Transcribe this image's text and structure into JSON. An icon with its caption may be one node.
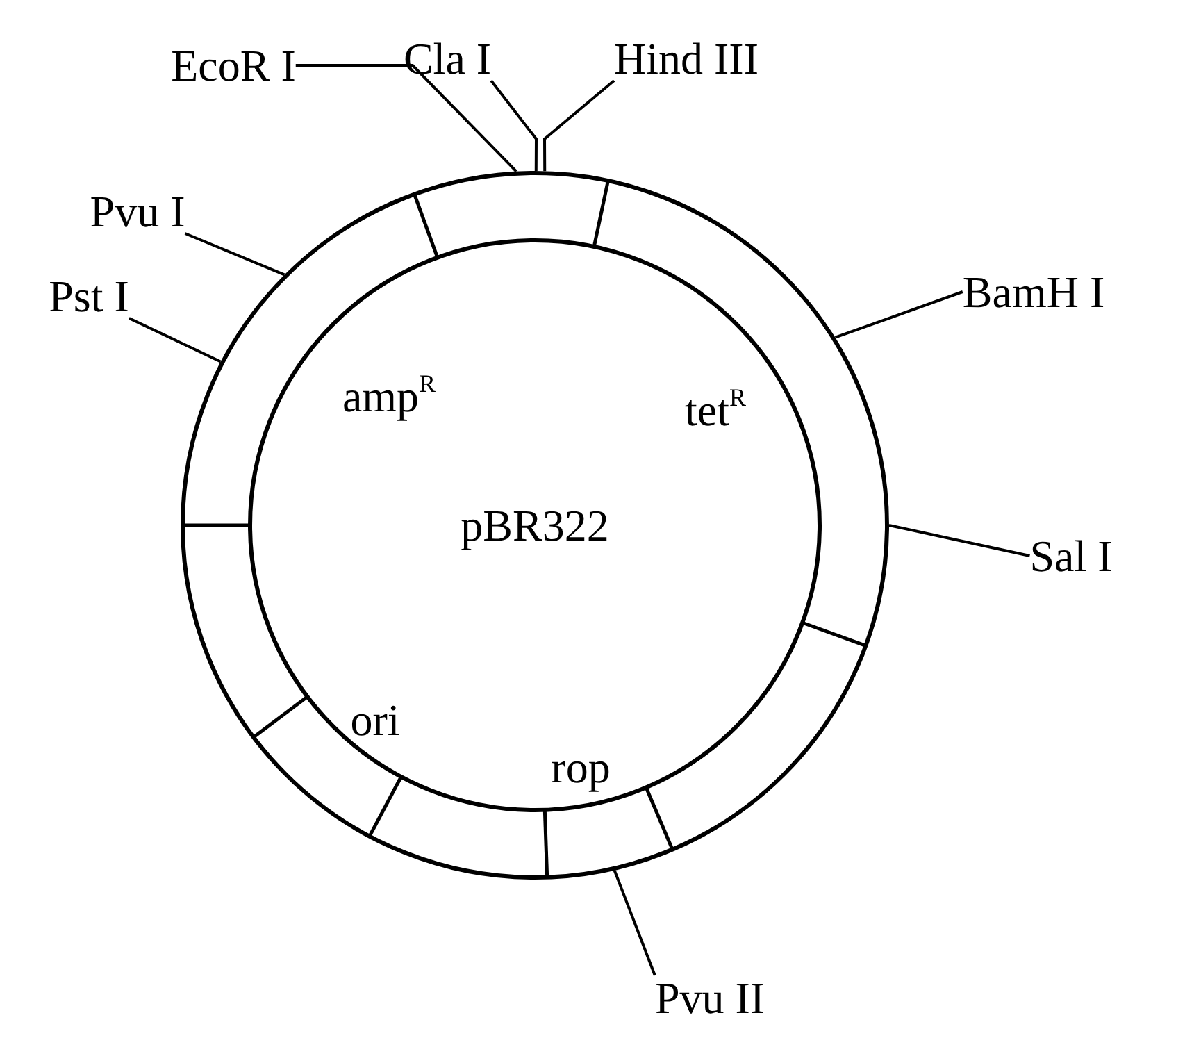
{
  "diagram": {
    "nodes": [
      {
        "text": [
          "pBR322"
        ]
      },
      {
        "text": [
          "EcoR I"
        ]
      },
      {
        "text": [
          "Cla I"
        ]
      },
      {
        "text": [
          "Hind III"
        ]
      },
      {
        "text": [
          "Pvu I"
        ]
      },
      {
        "text": [
          "Pst I"
        ]
      },
      {
        "text": [
          "BamH I"
        ]
      },
      {
        "text": [
          "Sal I"
        ]
      },
      {
        "text": [
          "Pvu II"
        ]
      }
    ],
    "edges": [
      {
        "from": 1,
        "to": 0,
        "arrow": "none"
      },
      {
        "from": 2,
        "to": 0,
        "arrow": "none"
      },
      {
        "from": 3,
        "to": 0,
        "arrow": "none"
      },
      {
        "from": 4,
        "to": 0,
        "arrow": "none"
      },
      {
        "from": 5,
        "to": 0,
        "arrow": "none"
      },
      {
        "from": 6,
        "to": 0,
        "arrow": "none"
      },
      {
        "from": 7,
        "to": 0,
        "arrow": "none"
      },
      {
        "from": 8,
        "to": 0,
        "arrow": "none"
      }
    ],
    "labels": [
      "amp$^{R}$",
      "tet$^{R}$",
      "ori",
      "rop"
    ]
  }
}
